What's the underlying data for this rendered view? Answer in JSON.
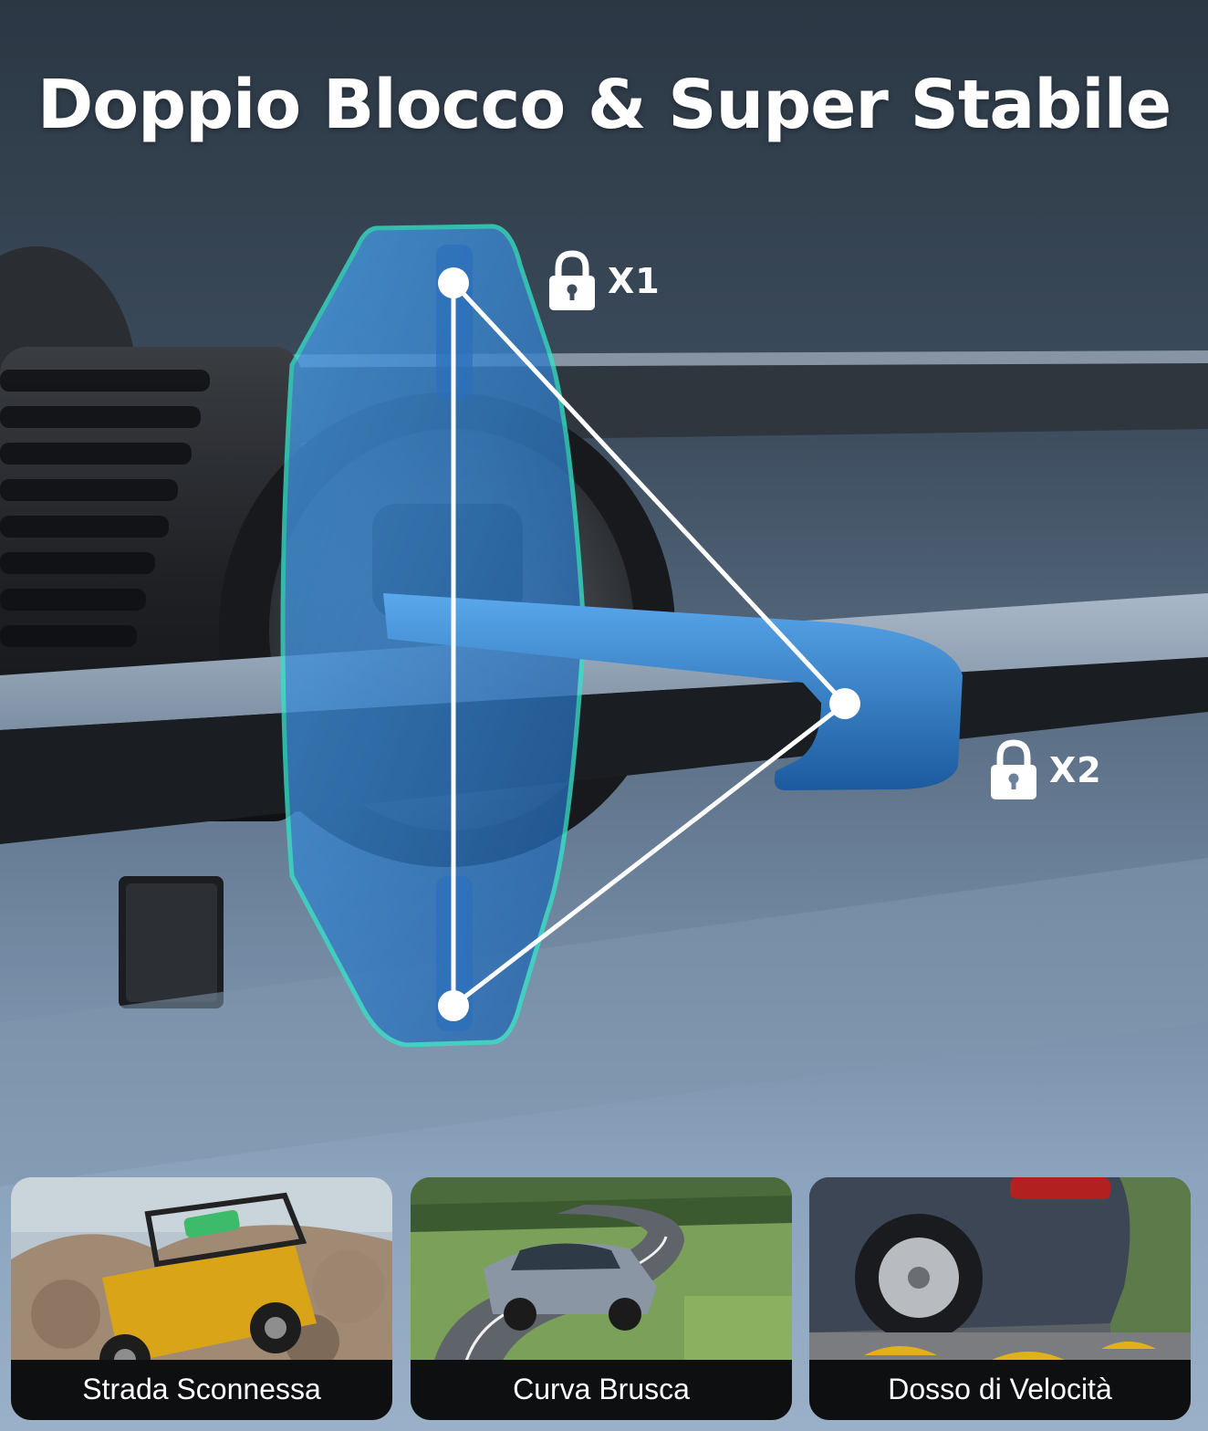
{
  "headline": "Doppio Blocco & Super Stabile",
  "locks": [
    {
      "icon": "padlock-icon",
      "label": "X1"
    },
    {
      "icon": "padlock-icon",
      "label": "X2"
    }
  ],
  "scenarios": [
    {
      "caption": "Strada Sconnessa"
    },
    {
      "caption": "Curva Brusca"
    },
    {
      "caption": "Dosso di Velocità"
    }
  ],
  "colors": {
    "accent_blue": "#2f7fd0",
    "accent_teal": "#35e0c8",
    "caption_bg": "#0e0f11"
  }
}
